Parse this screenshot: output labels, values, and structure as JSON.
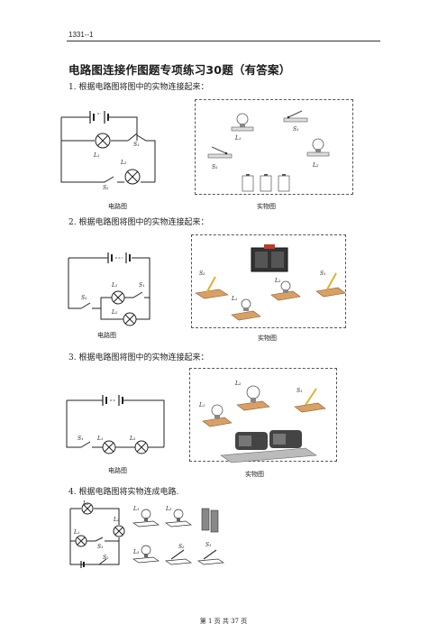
{
  "header": {
    "doc_id": "1331--1"
  },
  "title": "电路图连接作图题专项练习30题（有答案）",
  "questions": [
    {
      "number": "1.",
      "text": "根据电路图将图中的实物连接起来：",
      "circuit_caption": "电路图",
      "physical_caption": "实物图",
      "labels": {
        "L1": "L₁",
        "L2": "L₂",
        "S1": "S₁",
        "S2": "S₂"
      }
    },
    {
      "number": "2.",
      "text": "根据电路图将图中的实物连接起来：",
      "circuit_caption": "电路图",
      "physical_caption": "实物图",
      "labels": {
        "L1": "L₁",
        "L2": "L₂",
        "S1": "S₁",
        "S2": "S₂"
      }
    },
    {
      "number": "3.",
      "text": "根据电路图将图中的实物连接起来：",
      "circuit_caption": "电路图",
      "physical_caption": "实物图",
      "labels": {
        "L1": "L₁",
        "L2": "L₂",
        "S1": "S₁"
      }
    },
    {
      "number": "4.",
      "text": "根据电路图将实物连成电路.",
      "labels": {
        "L1": "L₁",
        "L2": "L₂",
        "L3": "L₃",
        "S1": "S₁",
        "S2": "S₂"
      }
    }
  ],
  "footer": {
    "page_text": "第 1 页 共 37 页"
  }
}
